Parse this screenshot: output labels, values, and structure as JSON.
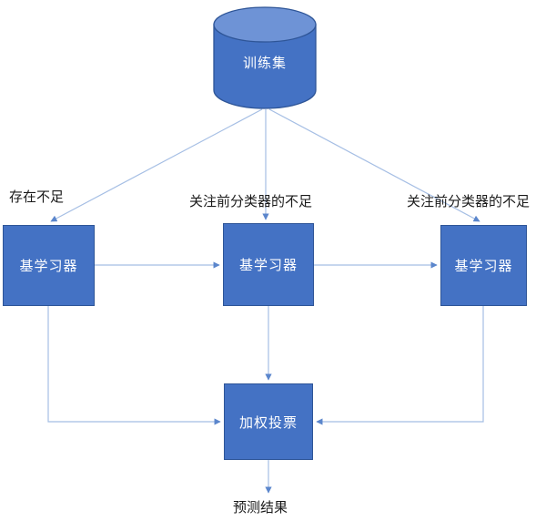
{
  "diagram": {
    "title": "Boosting ensemble flow diagram",
    "colors": {
      "node_fill": "#4472C4",
      "node_stroke": "#2E5597",
      "cylinder_top": "#6E93D6",
      "edge_stroke": "#A5BEE4",
      "edge_stroke_dark": "#4472C4",
      "text_on_node": "#FFFFFF",
      "text_label": "#1A1A1A",
      "background": "#FFFFFF"
    },
    "nodes": {
      "dataset": {
        "label": "训练集",
        "shape": "cylinder"
      },
      "learner1": {
        "label": "基学习器",
        "shape": "rectangle"
      },
      "learner2": {
        "label": "基学习器",
        "shape": "rectangle"
      },
      "learner3": {
        "label": "基学习器",
        "shape": "rectangle"
      },
      "vote": {
        "label": "加权投票",
        "shape": "rectangle"
      },
      "output": {
        "label": "预测结果",
        "shape": "text"
      }
    },
    "edge_labels": {
      "to_learner1": "存在不足",
      "to_learner2": "关注前分类器的不足",
      "to_learner3": "关注前分类器的不足"
    }
  }
}
